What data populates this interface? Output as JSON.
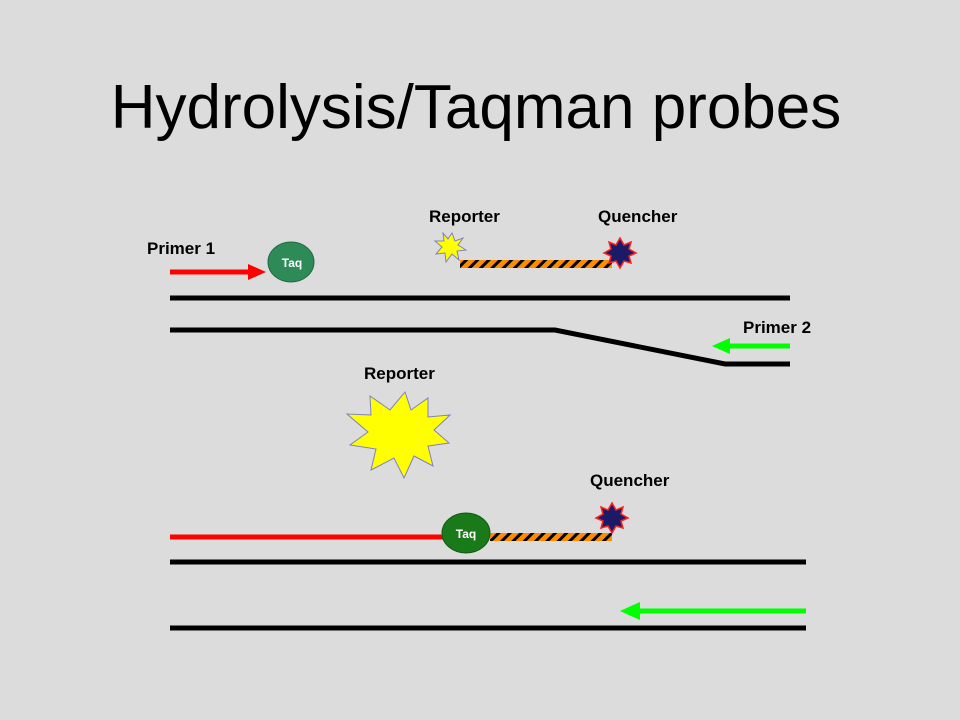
{
  "slide": {
    "title": "Hydrolysis/Taqman probes"
  },
  "top_panel": {
    "primer1_label": "Primer 1",
    "primer2_label": "Primer 2",
    "reporter_label": "Reporter",
    "quencher_label": "Quencher",
    "taq_label": "Taq"
  },
  "bottom_panel": {
    "reporter_label": "Reporter",
    "quencher_label": "Quencher",
    "taq_label": "Taq"
  },
  "colors": {
    "background": "#dcdcdc",
    "dna_strand": "#000000",
    "primer1": "#ff0000",
    "primer2": "#00ff00",
    "taq_top": "#2e8b57",
    "taq_bottom": "#1a7a1a",
    "reporter": "#ffff00",
    "quencher": "#1a1a66",
    "probe_stripe_a": "#ff8c00",
    "probe_stripe_b": "#000000"
  }
}
